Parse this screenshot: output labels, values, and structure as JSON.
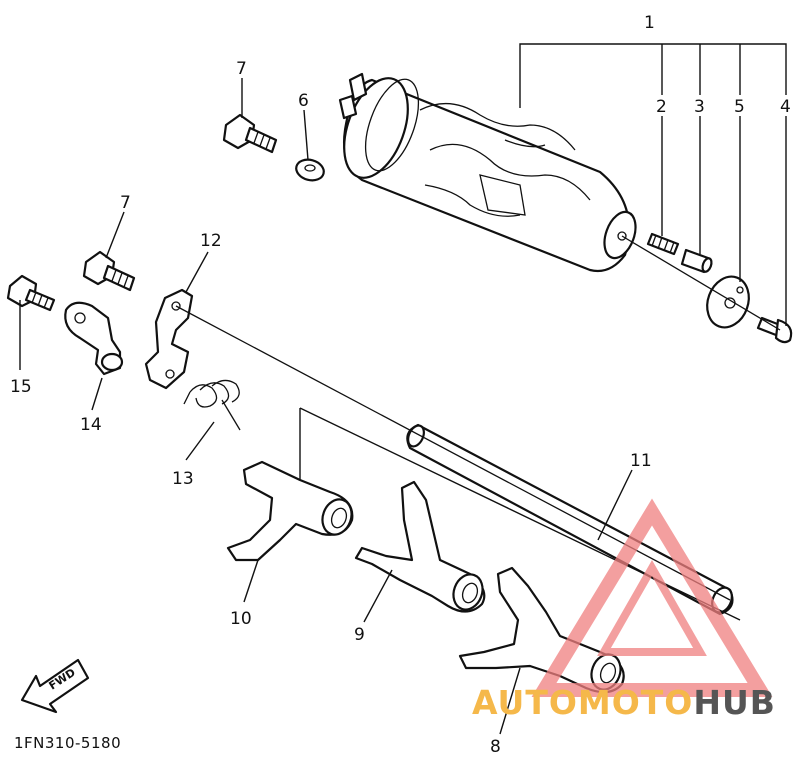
{
  "callouts": {
    "c1": "1",
    "c2": "2",
    "c3": "3",
    "c4": "4",
    "c5": "5",
    "c6": "6",
    "c7a": "7",
    "c7b": "7",
    "c8": "8",
    "c9": "9",
    "c10": "10",
    "c11": "11",
    "c12": "12",
    "c13": "13",
    "c14": "14",
    "c15": "15"
  },
  "fwd_label": "FWD",
  "diagram_code": "1FN310-5180",
  "watermark": {
    "part1": "AUTOMOTO",
    "part2": "HUB",
    "color1": "#f5b84a",
    "color2": "#555555",
    "triangle_color": "#f08080"
  }
}
